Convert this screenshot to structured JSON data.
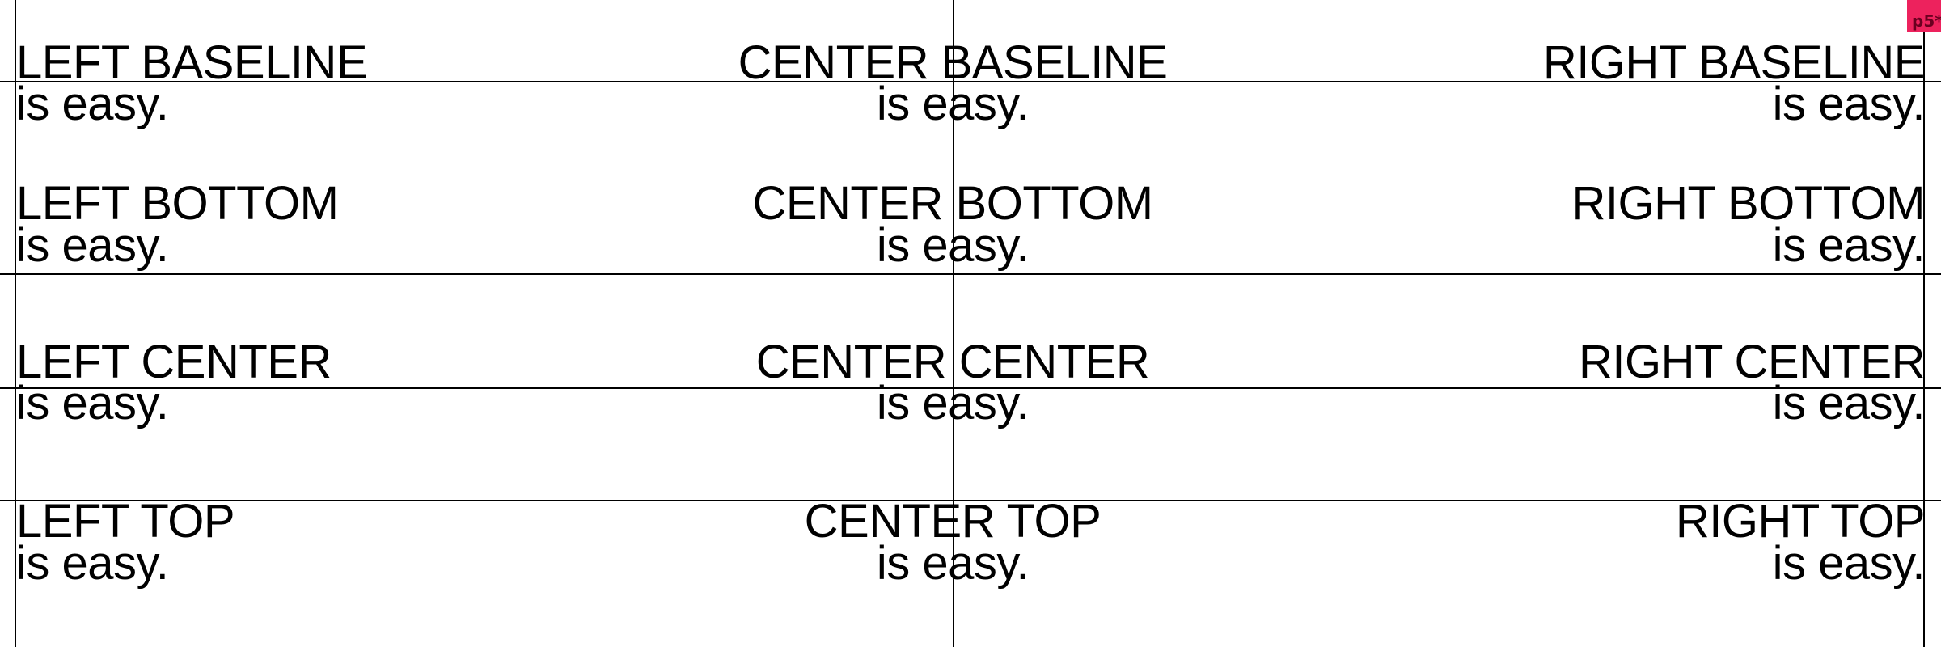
{
  "rows": [
    {
      "align_v": "BASELINE",
      "left": "LEFT BASELINE",
      "center": "CENTER BASELINE",
      "right": "RIGHT BASELINE",
      "sub": "is easy."
    },
    {
      "align_v": "BOTTOM",
      "left": "LEFT BOTTOM",
      "center": "CENTER BOTTOM",
      "right": "RIGHT BOTTOM",
      "sub": "is easy."
    },
    {
      "align_v": "CENTER",
      "left": "LEFT CENTER",
      "center": "CENTER CENTER",
      "right": "RIGHT CENTER",
      "sub": "is easy."
    },
    {
      "align_v": "TOP",
      "left": "LEFT TOP",
      "center": "CENTER TOP",
      "right": "RIGHT TOP",
      "sub": "is easy."
    }
  ],
  "badge": {
    "label": "p5*",
    "color": "#ed225d"
  }
}
